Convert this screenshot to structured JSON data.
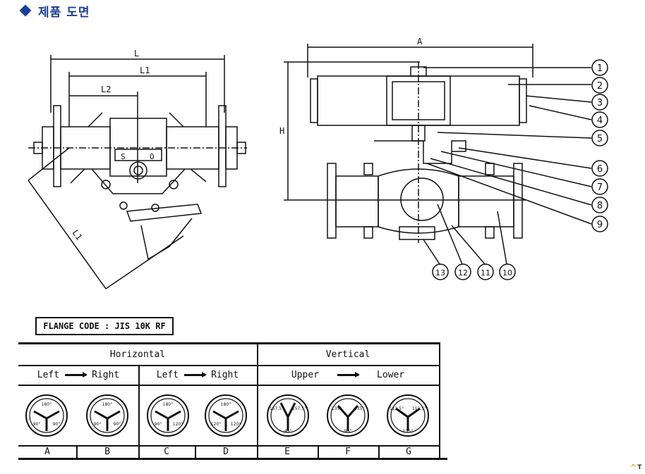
{
  "header": {
    "title": "제품 도면",
    "bullet_icon": "diamond-icon",
    "accent_color": "#1b3f9a"
  },
  "drawing_left": {
    "dims": [
      "L",
      "L1",
      "L2",
      "L1"
    ],
    "port_labels": [
      "S",
      "O"
    ]
  },
  "drawing_right": {
    "dims": [
      "A",
      "H"
    ],
    "callouts": [
      "1",
      "2",
      "3",
      "4",
      "5",
      "6",
      "7",
      "8",
      "9",
      "10",
      "11",
      "12",
      "13"
    ]
  },
  "flange_code": "FLANGE CODE : JIS 10K RF",
  "table": {
    "groups": [
      "Horizontal",
      "Vertical"
    ],
    "directions": [
      {
        "from": "Left",
        "to": "Right"
      },
      {
        "from": "Left",
        "to": "Right"
      },
      {
        "from": "Upper",
        "to": "Lower"
      }
    ],
    "diagram_labels": [
      [
        "180°",
        "90°",
        "90°"
      ],
      [
        "180°",
        "90°",
        "90°"
      ],
      [
        "180°",
        "90°",
        "120°"
      ],
      [
        "180°",
        "120°",
        "120°"
      ],
      [
        "157.5°",
        "157.5°",
        "45°"
      ],
      [
        "135°",
        "135°",
        "90°"
      ],
      [
        "112.5°",
        "112.5°",
        "135°"
      ]
    ],
    "codes": [
      "A",
      "B",
      "C",
      "D",
      "E",
      "F",
      "G"
    ]
  },
  "top_link": {
    "icon": "caret-up-icon",
    "label": "T"
  }
}
